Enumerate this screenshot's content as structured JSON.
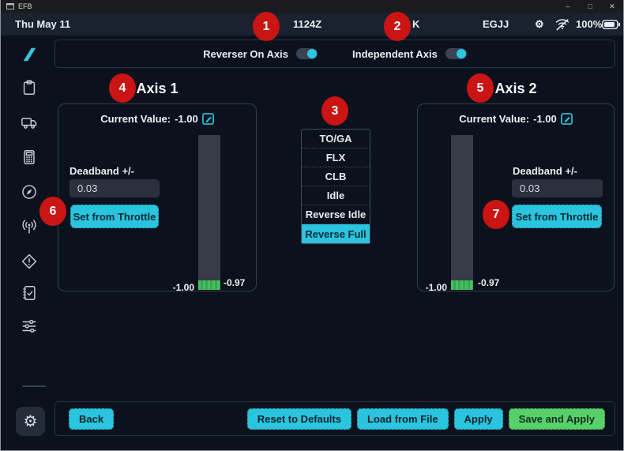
{
  "window": {
    "title": "EFB",
    "controls": [
      {
        "name": "minimize",
        "glyph": "–"
      },
      {
        "name": "maximize",
        "glyph": "□"
      },
      {
        "name": "close",
        "glyph": "✕"
      }
    ]
  },
  "glyphs": {
    "gear": "⚙"
  },
  "status_bar": {
    "date": "Thu May 11",
    "utc_time": "1124Z",
    "departure_code_visible": "K",
    "arrival_code": "EGJJ",
    "battery_percent": "100%"
  },
  "annotations": {
    "markers": [
      "1",
      "2",
      "3",
      "4",
      "5",
      "6",
      "7"
    ]
  },
  "toggle_bar": {
    "toggles": [
      {
        "label": "Reverser On Axis",
        "state": "on"
      },
      {
        "label": "Independent Axis",
        "state": "on"
      }
    ]
  },
  "axis1": {
    "title": "Axis 1",
    "current_value_label": "Current Value:",
    "current_value": "-1.00",
    "deadband_label": "Deadband +/-",
    "deadband_value": "0.03",
    "set_button_label": "Set from Throttle",
    "bar_bottom_value": "-1.00",
    "bar_deadband_value": "-0.97"
  },
  "axis2": {
    "title": "Axis 2",
    "current_value_label": "Current Value:",
    "current_value": "-1.00",
    "deadband_label": "Deadband +/-",
    "deadband_value": "0.03",
    "set_button_label": "Set from Throttle",
    "bar_bottom_value": "-1.00",
    "bar_deadband_value": "-0.97"
  },
  "detent_list": {
    "items": [
      "TO/GA",
      "FLX",
      "CLB",
      "Idle",
      "Reverse Idle",
      "Reverse Full"
    ],
    "selected": "Reverse Full"
  },
  "footer": {
    "back_label": "Back",
    "reset_label": "Reset to Defaults",
    "load_label": "Load from File",
    "apply_label": "Apply",
    "save_label": "Save and Apply"
  },
  "sidebar": {
    "icons": [
      "airline-logo",
      "clipboard",
      "truck",
      "calculator",
      "compass",
      "antenna",
      "alert-diamond",
      "checklist",
      "sliders",
      "gear"
    ]
  },
  "colors": {
    "accent_cyan": "#2ac4de",
    "save_green": "#57d06a",
    "marker_red": "#cb1414",
    "bar_green": "#3fb558",
    "background": "#0c121d",
    "statusbar_bg": "#1a2230"
  }
}
